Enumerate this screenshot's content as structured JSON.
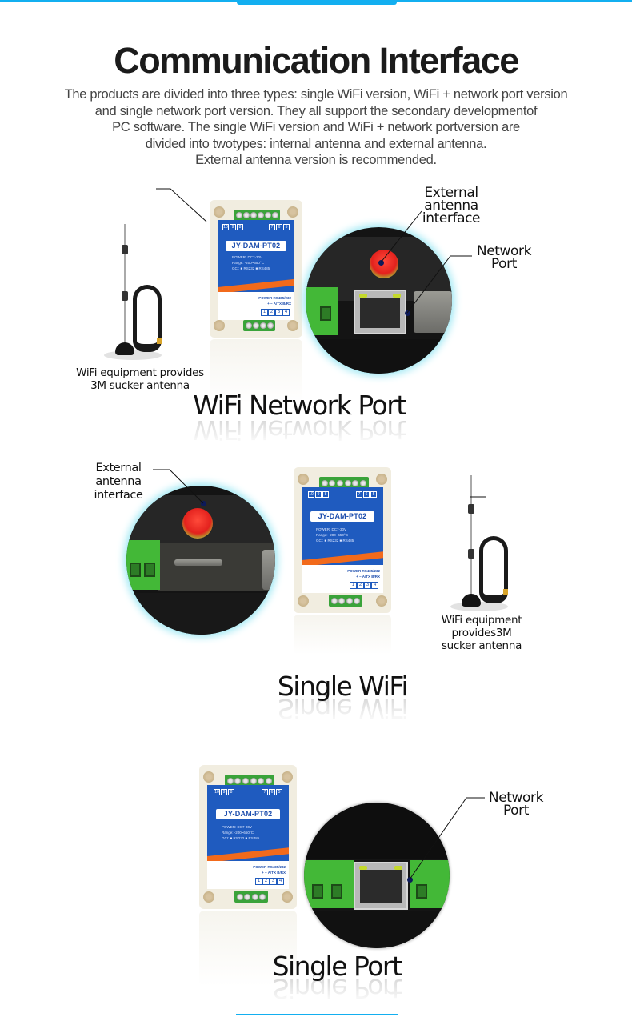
{
  "header": {
    "title": "Communication Interface",
    "intro_lines": [
      "The products are divided into three types: single WiFi version, WiFi + network port version",
      "and single network port version. They all support the secondary developmentof",
      "PC software. The single WiFi version and WiFi + network portversion are",
      "divided into twotypes: internal antenna and external antenna.",
      "External antenna version is recommended."
    ],
    "accent_color": "#13aff0"
  },
  "device": {
    "model": "JY-DAM-PT02",
    "relay_pins_left": [
      "10",
      "9",
      "8"
    ],
    "relay_pins_right": [
      "7",
      "6",
      "5"
    ],
    "spec_power": "POWER: DC7-30V",
    "spec_range": "Range: -200~650°C",
    "spec_gci": "GCI: ■ RS232 ■ RS485",
    "power_label": "POWER RS485/232",
    "polarity": "+   −  A/TX B/RX",
    "terminal_numbers": [
      "1",
      "2",
      "3",
      "4"
    ]
  },
  "sections": [
    {
      "heading": "WiFi Network Port",
      "callouts": {
        "antenna": "External antenna interface",
        "antenna_lines": [
          "External",
          "antenna",
          "interface"
        ],
        "network": "Network Port",
        "network_lines": [
          "Network",
          "Port"
        ]
      },
      "accessory_caption_lines": [
        "WiFi equipment provides",
        "3M sucker antenna"
      ]
    },
    {
      "heading": "Single WiFi",
      "callouts": {
        "antenna_lines": [
          "External",
          "antenna",
          "interface"
        ]
      },
      "accessory_caption_lines": [
        "WiFi equipment",
        "provides3M",
        "sucker antenna"
      ]
    },
    {
      "heading": "Single Port",
      "callouts": {
        "network_lines": [
          "Network",
          "Port"
        ]
      }
    }
  ],
  "icons": {
    "antenna": "wifi-sucker-antenna-icon",
    "rj45": "ethernet-port-icon",
    "sma": "antenna-connector-icon"
  }
}
